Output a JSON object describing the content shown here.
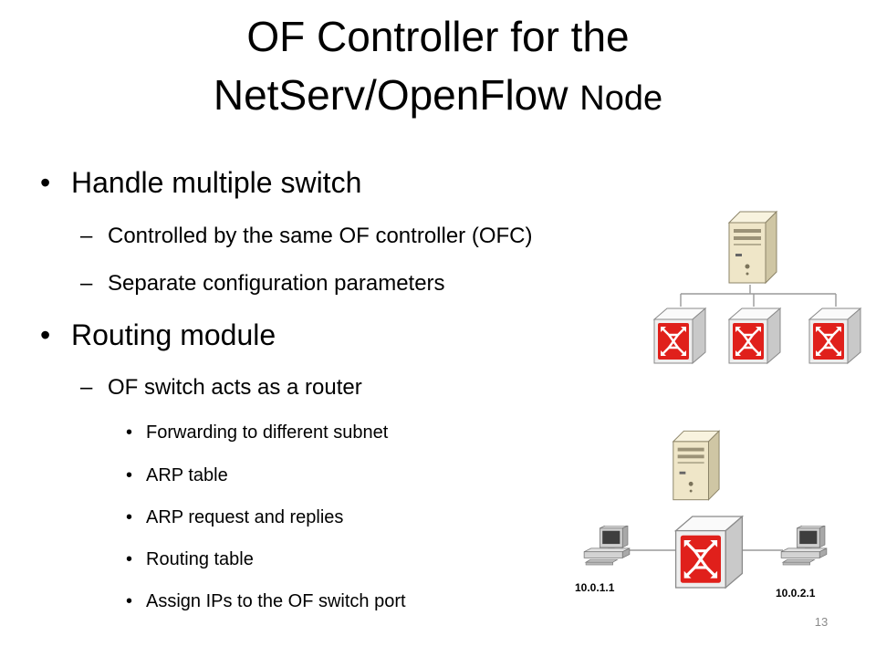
{
  "title": {
    "line1": "OF Controller for the",
    "line2_main": "NetServ/OpenFlow",
    "line2_small": "Node"
  },
  "bullets": [
    {
      "text": "Handle multiple switch",
      "children": [
        {
          "text": "Controlled by the same OF controller (OFC)"
        },
        {
          "text": "Separate configuration parameters"
        }
      ]
    },
    {
      "text": "Routing module",
      "children": [
        {
          "text": "OF switch acts as a router",
          "children": [
            {
              "text": "Forwarding to different subnet"
            },
            {
              "text": "ARP table"
            },
            {
              "text": "ARP request and replies"
            },
            {
              "text": "Routing table"
            },
            {
              "text": "Assign IPs to the OF switch port"
            }
          ]
        }
      ]
    }
  ],
  "markers": {
    "level1": "•",
    "level2": "–",
    "level3": "•"
  },
  "diagram": {
    "left_host_ip": "10.0.1.1",
    "right_host_ip": "10.0.2.1"
  },
  "page_number": "13",
  "colors": {
    "server_body": "#efe6c8",
    "switch_body": "#f0f0f0",
    "switch_x": "#e0201b",
    "link_line": "#9a9a9a",
    "page_number": "#8a8a8a"
  },
  "icons": [
    "server-icon",
    "switch-icon",
    "desktop-computer-icon"
  ]
}
